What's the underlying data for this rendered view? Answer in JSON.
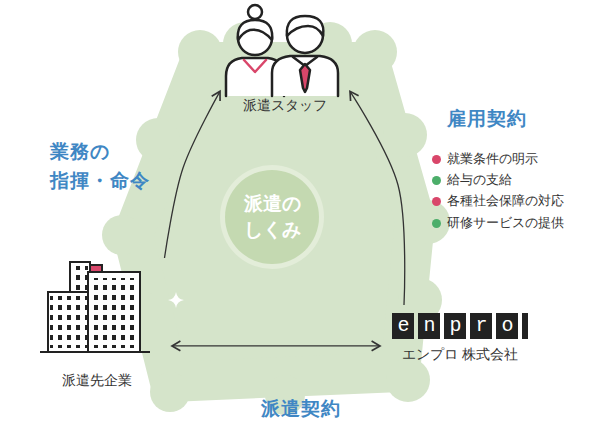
{
  "diagram": {
    "nodes": [
      {
        "text": [
          "派遣スタッフ"
        ]
      },
      {
        "text": [
          "派遣の しくみ"
        ]
      },
      {
        "text": [
          "派遣先企業"
        ]
      },
      {
        "text": [
          "enpro",
          "エンプロ 株式会社"
        ]
      }
    ],
    "edges": [
      {
        "from": 2,
        "to": 0,
        "arrow": "to",
        "label": "業務の 指揮・命令"
      },
      {
        "from": 3,
        "to": 0,
        "arrow": "to",
        "label": "雇用契約"
      },
      {
        "from": 2,
        "to": 3,
        "arrow": "both",
        "label": "派遣契約"
      }
    ],
    "labels": [
      "就業条件の明示",
      "給与の支給",
      "各種社会保障の対応",
      "研修サービスの提供"
    ]
  }
}
